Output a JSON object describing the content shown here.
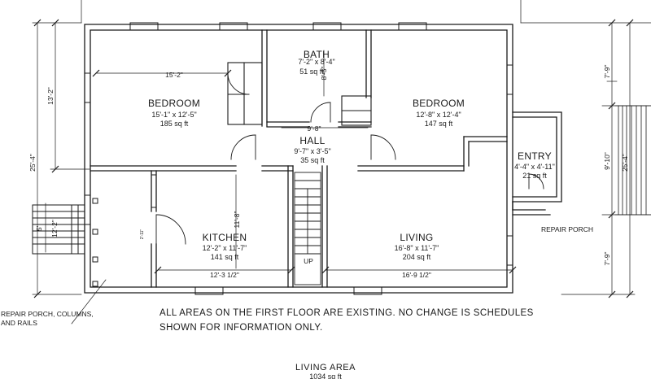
{
  "rooms": {
    "bedroom_left": {
      "name": "BEDROOM",
      "dims": "15'-1\" x 12'-5\"",
      "area": "185 sq ft",
      "width_dim": "15'-2\""
    },
    "bath": {
      "name": "BATH",
      "dims": "7'-2\" x 8'-4\"",
      "area": "51 sq ft",
      "side_dim": "8'-5\""
    },
    "bedroom_right": {
      "name": "BEDROOM",
      "dims": "12'-8\" x 12'-4\"",
      "area": "147 sq ft"
    },
    "hall": {
      "name": "HALL",
      "dims": "9'-7\" x 3'-5\"",
      "area": "35 sq ft",
      "width_dim": "9'-8\""
    },
    "entry": {
      "name": "ENTRY",
      "dims": "4'-4\" x 4'-11\"",
      "area": "21 sq ft"
    },
    "kitchen": {
      "name": "KITCHEN",
      "dims": "12'-2\" x 11'-7\"",
      "area": "141 sq ft",
      "width_dim": "12'-3 1/2\"",
      "height_dim": "11'-8\""
    },
    "living": {
      "name": "LIVING",
      "dims": "16'-8\" x 11'-7\"",
      "area": "204 sq ft",
      "width_dim": "16'-9 1/2\""
    }
  },
  "dimensions": {
    "left_top": "13'-2\"",
    "left_overall": "25'-4\"",
    "right_top": "7'-9\"",
    "right_mid": "9'-10\"",
    "right_bottom": "7'-9\"",
    "right_overall": "25'-4\"",
    "side_porch": "12'-2\"",
    "porch_width": "5'",
    "kitchen_cabinet_label": "2'-11\""
  },
  "labels": {
    "stair_up": "UP",
    "repair_porch": "REPAIR PORCH",
    "repair_note_line1": "REPAIR PORCH, COLUMNS,",
    "repair_note_line2": "AND RAILS"
  },
  "notes": {
    "line1": "ALL AREAS ON THE FIRST FLOOR ARE EXISTING. NO CHANGE IS SCHEDULES",
    "line2": "SHOWN FOR INFORMATION ONLY."
  },
  "footer": {
    "title": "LIVING AREA",
    "area": "1034 sq ft"
  }
}
